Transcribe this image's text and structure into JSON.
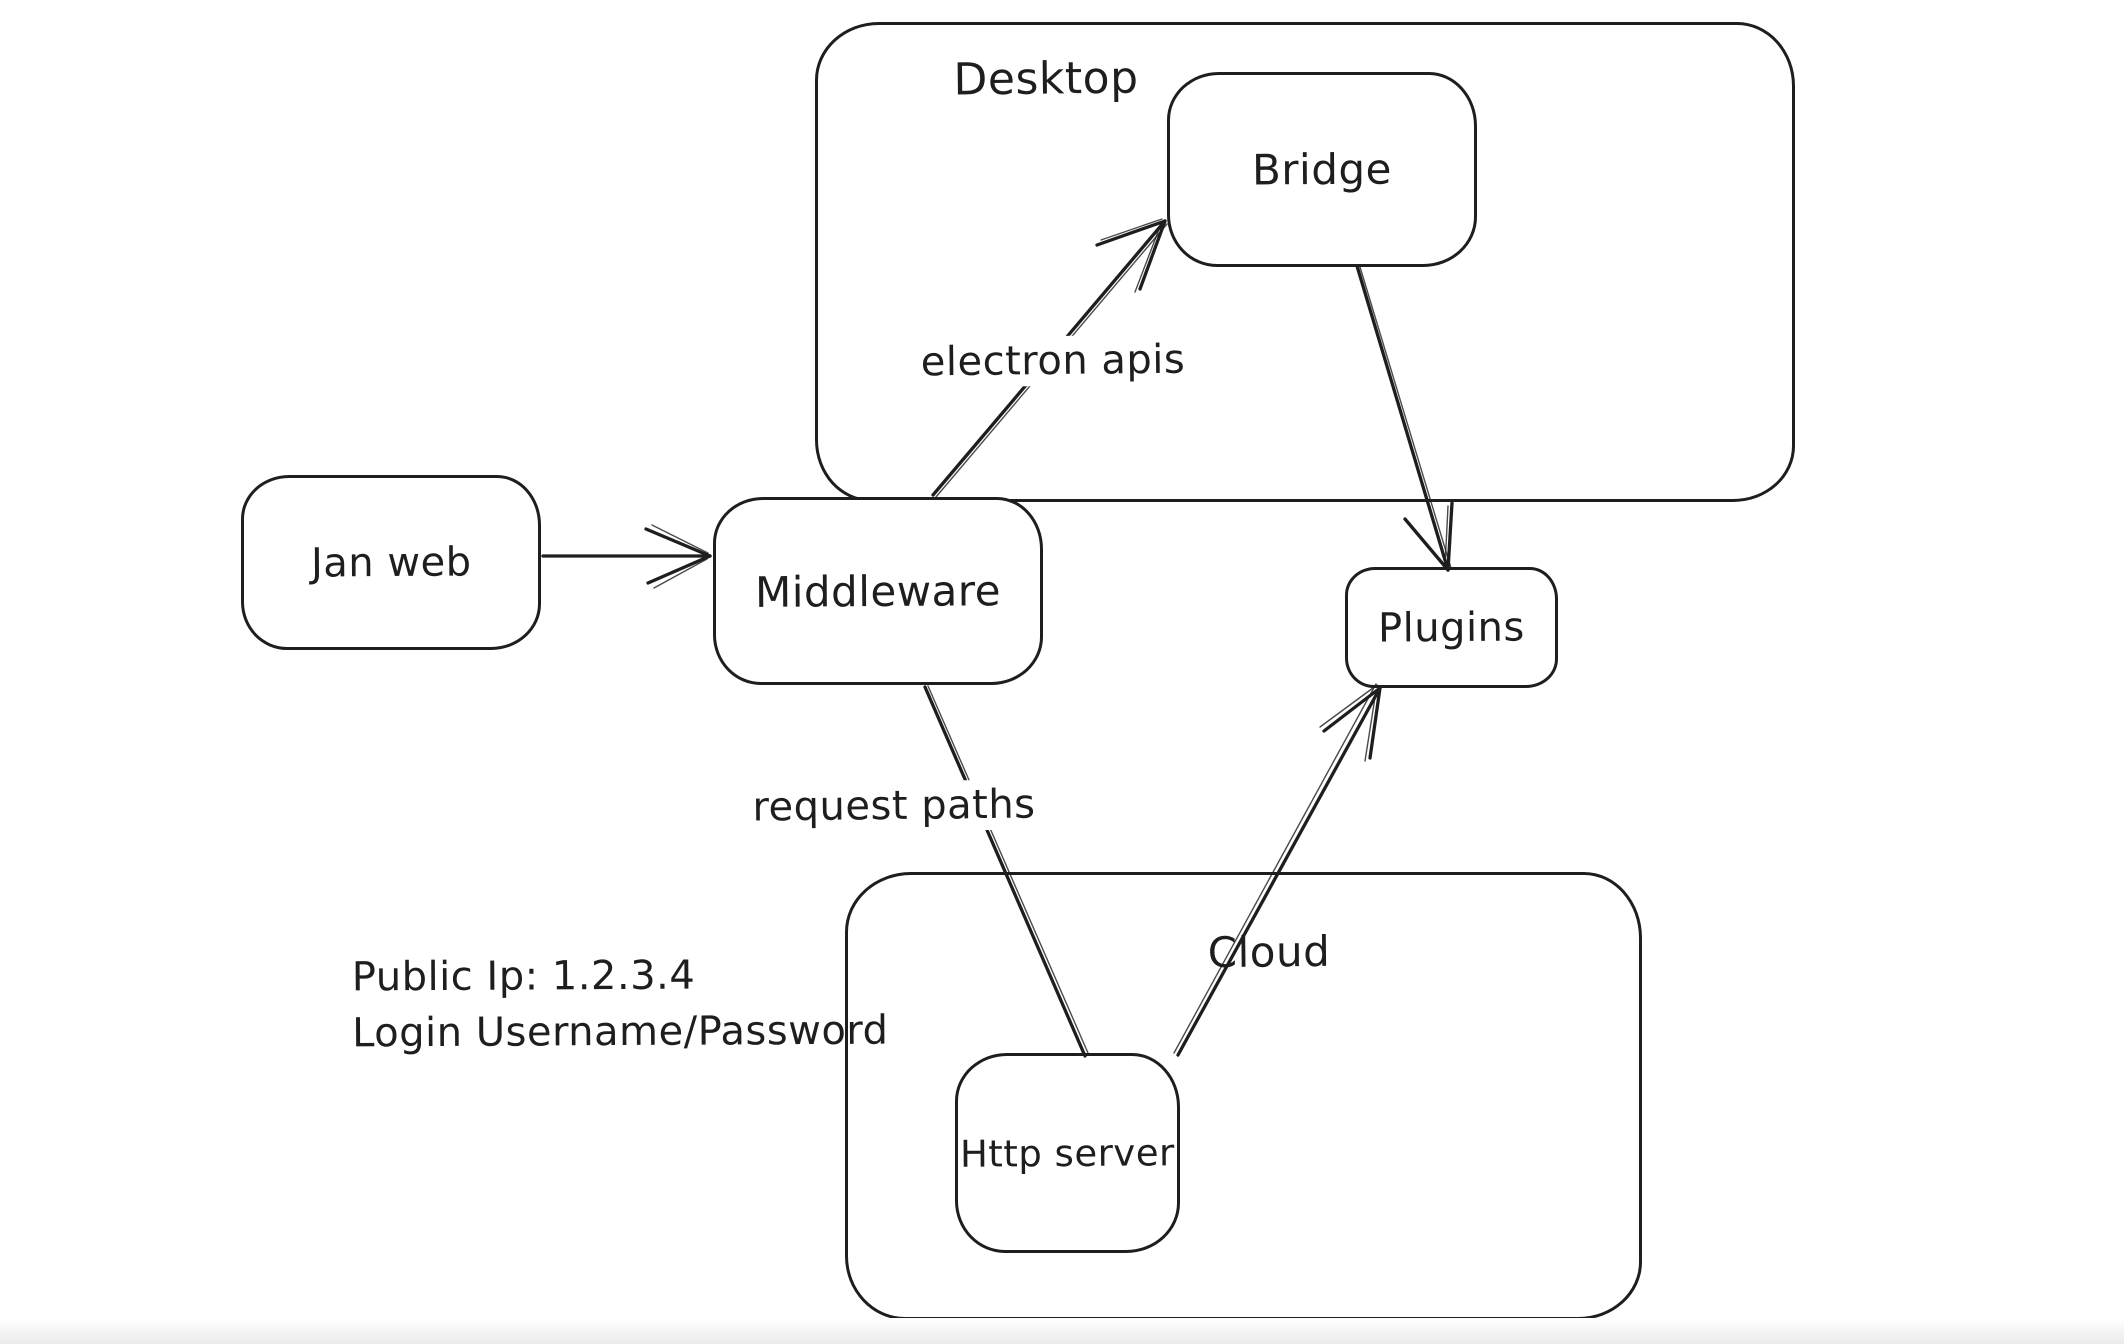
{
  "diagram": {
    "background": "#ffffff",
    "stroke_color": "#1e1e1e",
    "containers": [
      {
        "id": "desktop",
        "label": "Desktop"
      },
      {
        "id": "cloud",
        "label": "Cloud"
      }
    ],
    "nodes": [
      {
        "id": "jan-web",
        "label": "Jan web"
      },
      {
        "id": "middleware",
        "label": "Middleware"
      },
      {
        "id": "bridge",
        "label": "Bridge"
      },
      {
        "id": "plugins",
        "label": "Plugins"
      },
      {
        "id": "http-server",
        "label": "Http server"
      }
    ],
    "edges": [
      {
        "id": "jan-web-to-middleware",
        "from": "Jan web",
        "to": "Middleware",
        "label": "",
        "arrowhead": true
      },
      {
        "id": "middleware-to-bridge",
        "from": "Middleware",
        "to": "Bridge",
        "label": "electron apis",
        "arrowhead": true
      },
      {
        "id": "bridge-to-plugins",
        "from": "Bridge",
        "to": "Plugins",
        "label": "",
        "arrowhead": true
      },
      {
        "id": "middleware-to-http-server",
        "from": "Middleware",
        "to": "Http server",
        "label": "request paths",
        "arrowhead": false
      },
      {
        "id": "http-server-to-plugins",
        "from": "Http server",
        "to": "Plugins",
        "label": "",
        "arrowhead": true
      }
    ],
    "annotations": [
      {
        "id": "public-ip",
        "text": "Public Ip: 1.2.3.4"
      },
      {
        "id": "login",
        "text": "Login Username/Password"
      }
    ]
  }
}
